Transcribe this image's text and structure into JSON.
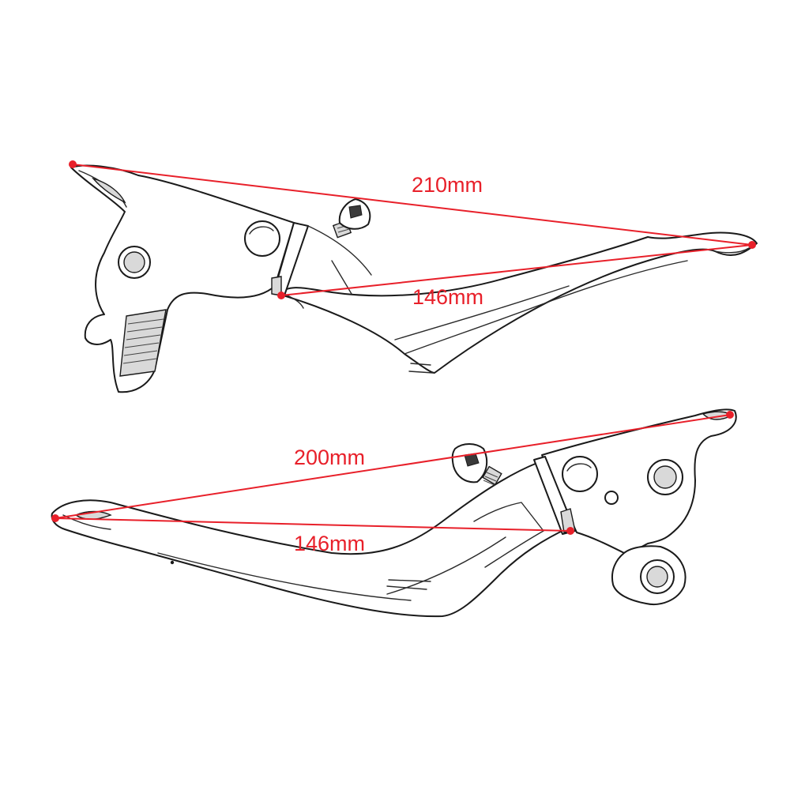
{
  "diagram": {
    "top_lever": {
      "overall_length": "210mm",
      "inner_length": "146mm"
    },
    "bottom_lever": {
      "overall_length": "200mm",
      "inner_length": "146mm"
    },
    "colors": {
      "dimension": "#e8202a",
      "outline": "#1a1a1a",
      "background": "#ffffff"
    }
  }
}
